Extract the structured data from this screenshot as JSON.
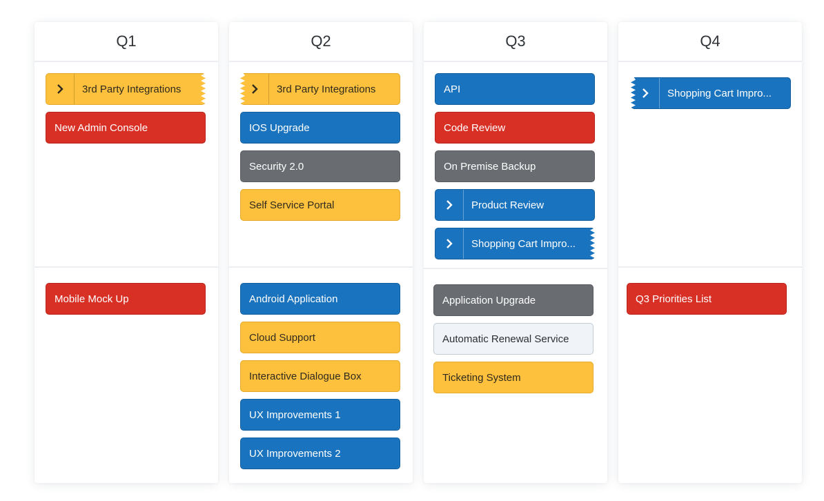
{
  "colors": {
    "blue": "#1a73be",
    "red": "#d93026",
    "gray": "#696d71",
    "yellow": "#fec13d",
    "light": "#f0f4f8"
  },
  "columns": [
    {
      "title": "Q1",
      "top": [
        {
          "label": "3rd Party Integrations",
          "color": "yellow",
          "icon": "chevron-right-icon"
        },
        {
          "label": "New Admin Console",
          "color": "red"
        }
      ],
      "bottom": [
        {
          "label": "Mobile Mock Up",
          "color": "red"
        }
      ]
    },
    {
      "title": "Q2",
      "top": [
        {
          "label": "3rd Party Integrations",
          "color": "yellow",
          "icon": "chevron-right-icon"
        },
        {
          "label": "IOS Upgrade",
          "color": "blue"
        },
        {
          "label": "Security 2.0",
          "color": "gray"
        },
        {
          "label": "Self Service Portal",
          "color": "yellow"
        }
      ],
      "bottom": [
        {
          "label": "Android Application",
          "color": "blue"
        },
        {
          "label": "Cloud Support",
          "color": "yellow"
        },
        {
          "label": "Interactive Dialogue Box",
          "color": "yellow"
        },
        {
          "label": "UX Improvements 1",
          "color": "blue"
        },
        {
          "label": "UX Improvements 2",
          "color": "blue"
        }
      ]
    },
    {
      "title": "Q3",
      "top": [
        {
          "label": "API",
          "color": "blue"
        },
        {
          "label": "Code Review",
          "color": "red"
        },
        {
          "label": "On Premise Backup",
          "color": "gray"
        },
        {
          "label": "Product Review",
          "color": "blue",
          "icon": "chevron-right-icon"
        },
        {
          "label": "Shopping Cart Impro...",
          "color": "blue",
          "icon": "chevron-right-icon"
        }
      ],
      "bottom": [
        {
          "label": "Application Upgrade",
          "color": "gray"
        },
        {
          "label": "Automatic Renewal Service",
          "color": "light"
        },
        {
          "label": "Ticketing System",
          "color": "yellow"
        }
      ]
    },
    {
      "title": "Q4",
      "top": [
        {
          "label": "Shopping Cart Impro...",
          "color": "blue",
          "icon": "chevron-right-icon"
        }
      ],
      "bottom": [
        {
          "label": "Q3 Priorities List",
          "color": "red"
        }
      ]
    }
  ]
}
